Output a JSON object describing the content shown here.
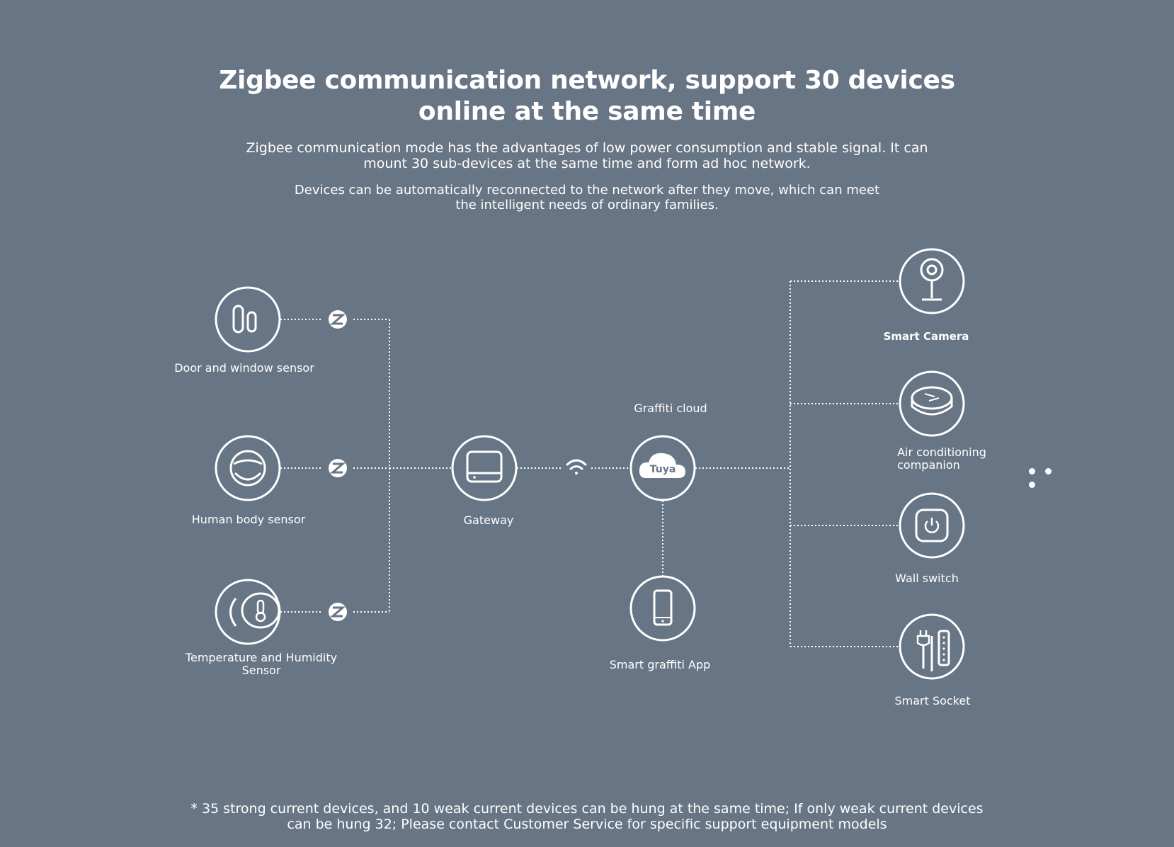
{
  "title": {
    "line1": "Zigbee communication network, support 30 devices",
    "line2": "online at the same time"
  },
  "intro": {
    "line1": "Zigbee communication mode has the advantages of low power consumption and stable signal. It can",
    "line2": "mount 30 sub-devices at the same time and form ad hoc network."
  },
  "reconnect": {
    "line1": "Devices can be automatically reconnected to the network after they move, which can meet",
    "line2": "the intelligent needs of ordinary families."
  },
  "sensors": {
    "door": "Door and window  sensor",
    "body": "Human body sensor",
    "temp_line1": "Temperature and Humidity",
    "temp_line2": "Sensor"
  },
  "hub": {
    "gateway": "Gateway",
    "cloud": "Graffiti cloud",
    "cloud_logo": "Tuya",
    "app": "Smart graffiti App"
  },
  "devices": {
    "camera": "Smart Camera",
    "aircon_line1": "Air conditioning",
    "aircon_line2": "companion",
    "switch": "Wall switch",
    "socket": "Smart Socket"
  },
  "footnote": {
    "line1": "* 35 strong current devices, and 10 weak current devices can be hung at the same time; If only weak current devices",
    "line2": "can be hung 32; Please contact Customer Service for specific support equipment models"
  },
  "colors": {
    "background": "#687585",
    "foreground": "#ffffff"
  }
}
